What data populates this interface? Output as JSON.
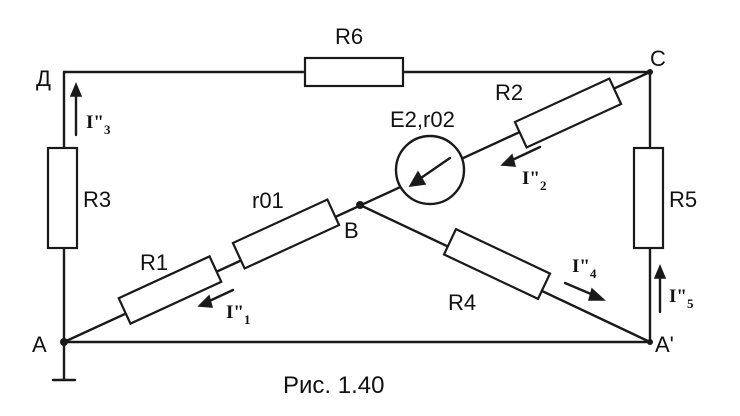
{
  "nodes": {
    "d": "Д",
    "c": "C",
    "b": "B",
    "a": "A",
    "a_prime": "A'"
  },
  "components": {
    "r1": "R1",
    "r2": "R2",
    "r3": "R3",
    "r4": "R4",
    "r5": "R5",
    "r6": "R6",
    "r01": "r01",
    "source": "E2,r02"
  },
  "currents": {
    "i1": {
      "main": "I\"",
      "sub": "1"
    },
    "i2": {
      "main": "I\"",
      "sub": "2"
    },
    "i3": {
      "main": "I\"",
      "sub": "3"
    },
    "i4": {
      "main": "I\"",
      "sub": "4"
    },
    "i5": {
      "main": "I\"",
      "sub": "5"
    }
  },
  "caption": "Рис. 1.40"
}
